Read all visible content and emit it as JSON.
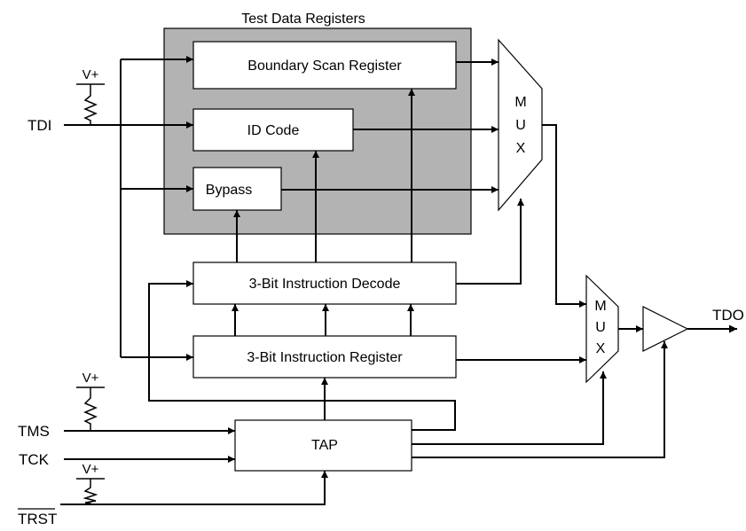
{
  "diagram": {
    "group_title": "Test Data Registers",
    "blocks": {
      "boundary_scan": "Boundary Scan Register",
      "id_code": "ID Code",
      "bypass": "Bypass",
      "instr_decode": "3-Bit Instruction Decode",
      "instr_register": "3-Bit Instruction Register",
      "tap": "TAP"
    },
    "mux1": [
      "M",
      "U",
      "X"
    ],
    "mux2": [
      "M",
      "U",
      "X"
    ],
    "pins": {
      "tdi": "TDI",
      "tms": "TMS",
      "tck": "TCK",
      "trst": "TRST",
      "tdo": "TDO"
    },
    "pullup_label": "V+",
    "colors": {
      "register_group_fill": "#b3b3b3",
      "line": "#000000",
      "block_fill": "#ffffff"
    }
  }
}
